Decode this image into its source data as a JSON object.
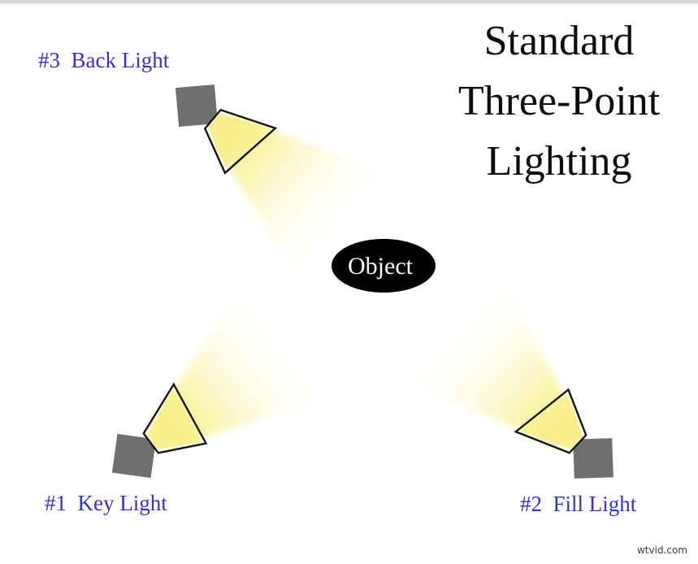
{
  "title": {
    "lines": [
      "Standard",
      "Three-Point",
      "Lighting"
    ]
  },
  "object": {
    "label": "Object"
  },
  "lights": {
    "key": {
      "label": "#1  Key Light"
    },
    "fill": {
      "label": "#2  Fill Light"
    },
    "back": {
      "label": "#3  Back Light"
    }
  },
  "watermark": "wtvid.com",
  "colors": {
    "label_blue": "#3333cc",
    "body_gray": "#6f6f6f",
    "beam_yellow": "#f7ee85",
    "title_black": "#0d0d0d",
    "object_fill": "#000000",
    "object_text": "#ffffff"
  }
}
